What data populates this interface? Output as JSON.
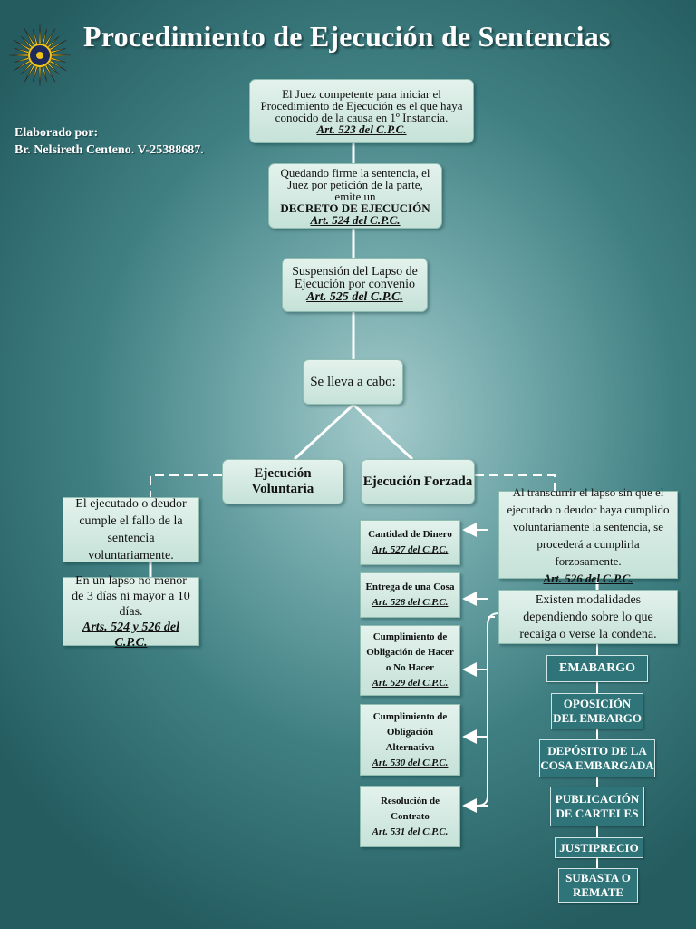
{
  "header": {
    "title": "Procedimiento de Ejecución de Sentencias",
    "author_label": "Elaborado por:",
    "author_name": "Br. Nelsireth Centeno. V-25388687."
  },
  "flow": {
    "juez": {
      "text": "El Juez competente para iniciar el Procedimiento de Ejecución es el que haya conocido de la causa en 1º Instancia.",
      "ref": "Art. 523 del C.P.C."
    },
    "decreto": {
      "text": "Quedando firme la sentencia, el Juez por petición de la parte, emite un",
      "bold": "DECRETO DE EJECUCIÓN",
      "ref": "Art. 524 del C.P.C."
    },
    "suspension": {
      "text": "Suspensión del Lapso de Ejecución por convenio",
      "ref": "Art. 525 del C.P.C."
    },
    "se_lleva": {
      "text": "Se lleva a cabo:"
    }
  },
  "voluntaria": {
    "label": "Ejecución Voluntaria",
    "desc": "El ejecutado o deudor cumple el fallo de la sentencia voluntariamente.",
    "lapso": {
      "text": "En un lapso no menor de 3 días ni mayor a 10 días.",
      "ref": "Arts. 524 y 526 del C.P.C."
    }
  },
  "forzada": {
    "label": "Ejecución Forzada",
    "desc": {
      "text": "Al transcurrir el lapso sin que el ejecutado o deudor haya cumplido voluntariamente la sentencia, se procederá a cumplirla forzosamente.",
      "ref": "Art. 526 del C.P.C."
    },
    "modalidades": "Existen modalidades dependiendo sobre lo que recaiga o verse la condena.",
    "types": [
      {
        "name": "Cantidad de Dinero",
        "ref": "Art. 527 del C.P.C."
      },
      {
        "name": "Entrega de una Cosa",
        "ref": "Art. 528 del C.P.C."
      },
      {
        "name": "Cumplimiento de Obligación de Hacer o No Hacer",
        "ref": "Art. 529 del C.P.C."
      },
      {
        "name": "Cumplimiento de Obligación Alternativa",
        "ref": "Art. 530 del C.P.C."
      },
      {
        "name": "Resolución de Contrato",
        "ref": "Art. 531 del C.P.C."
      }
    ],
    "steps": [
      "EMABARGO",
      "OPOSICIÓN DEL EMBARGO",
      "DEPÓSITO DE LA COSA EMBARGADA",
      "PUBLICACIÓN DE CARTELES",
      "JUSTIPRECIO",
      "SUBASTA O REMATE"
    ]
  },
  "colors": {
    "box": "#d5ebe3",
    "step": "#2f7478",
    "background": "#4f8d90",
    "logo_yellow": "#f0c419",
    "logo_navy": "#1f2a5c"
  }
}
